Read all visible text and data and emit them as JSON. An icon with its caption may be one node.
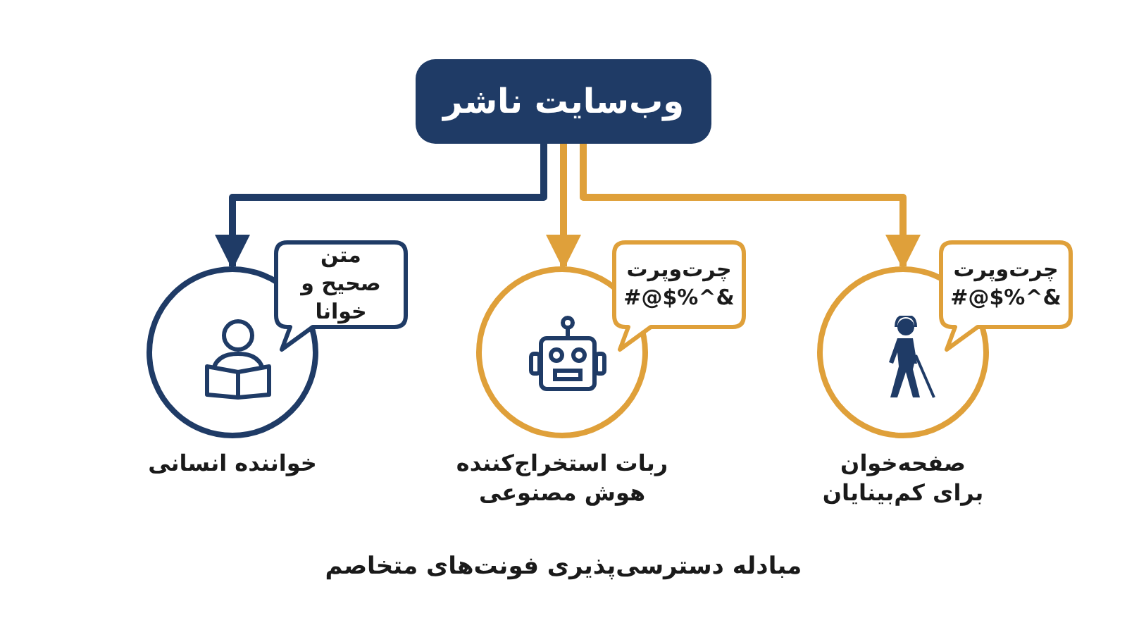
{
  "diagram": {
    "caption": "مبادله دسترسی‌پذیری فونت‌های متخاصم",
    "nodes": [
      {
        "text": [
          "وب‌سایت ناشر"
        ]
      },
      {
        "text": [],
        "shape": "circle",
        "beside": [
          "خواننده انسانی"
        ]
      },
      {
        "text": [
          "متن صحیح و خوانا"
        ]
      },
      {
        "text": [],
        "shape": "circle",
        "beside": [
          "ربات استخراج‌کننده هوش مصنوعی"
        ]
      },
      {
        "text": [
          "چرت‌وپرت &^%$@#"
        ]
      },
      {
        "text": [],
        "shape": "circle",
        "beside": [
          "صفحه‌خوان برای کم‌بینایان"
        ]
      },
      {
        "text": [
          "چرت‌وپرت &^%$@#"
        ]
      }
    ],
    "edges": [
      {
        "from": 0,
        "to": 1,
        "arrow": "to",
        "color": "#1f3b66"
      },
      {
        "from": 0,
        "to": 3,
        "arrow": "to"
      },
      {
        "from": 0,
        "to": 5,
        "arrow": "to"
      }
    ]
  }
}
